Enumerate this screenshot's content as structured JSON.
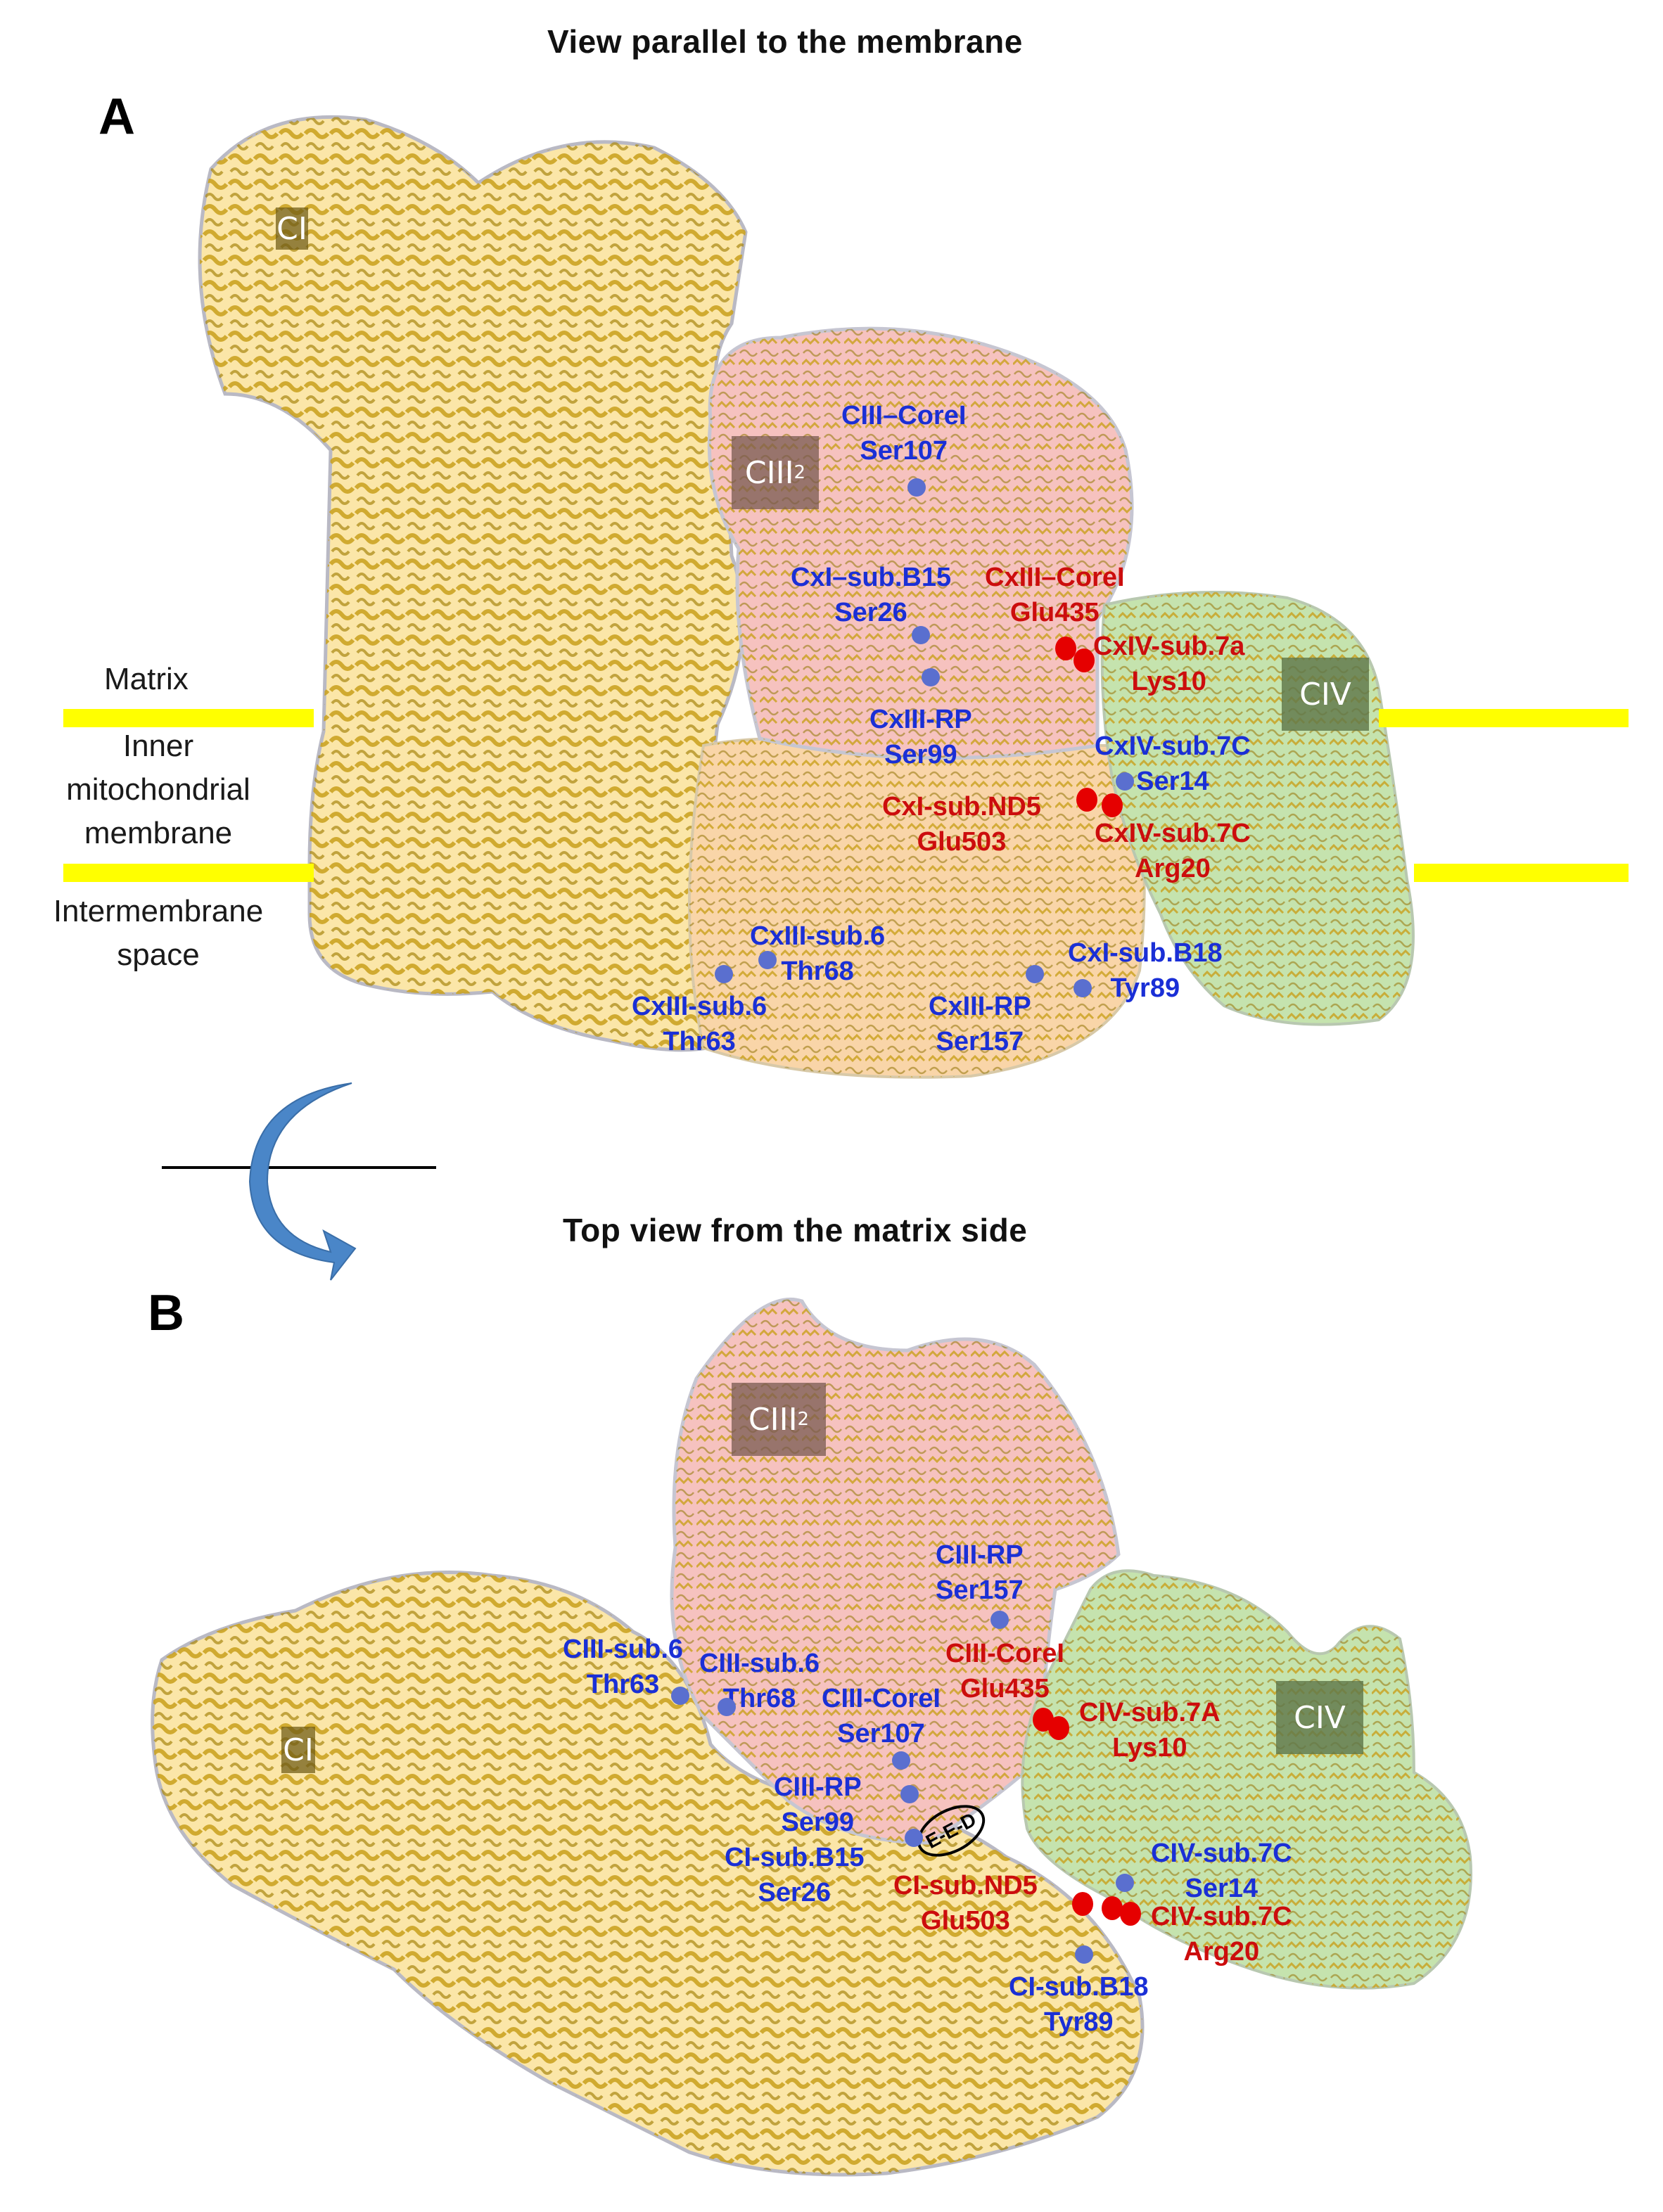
{
  "panel_a": {
    "title": "View parallel to the membrane",
    "letter": "A",
    "side_labels": {
      "matrix": "Matrix",
      "membrane_line1": "Inner",
      "membrane_line2": "mitochondrial",
      "membrane_line3": "membrane",
      "ims_line1": "Intermembrane",
      "ims_line2": "space"
    },
    "complex_tags": {
      "ci": "CI",
      "ciii_base": "CIII",
      "ciii_sub": "2",
      "civ": "CIV"
    },
    "residues": [
      {
        "id": "a1",
        "color": "blue",
        "line1": "CIII–CoreI",
        "line2": "Ser107"
      },
      {
        "id": "a2",
        "color": "blue",
        "line1": "CxI–sub.B15",
        "line2": "Ser26"
      },
      {
        "id": "a3",
        "color": "red",
        "line1": "CxIII–CoreI",
        "line2": "Glu435"
      },
      {
        "id": "a4",
        "color": "red",
        "line1": "CxIV-sub.7a",
        "line2": "Lys10"
      },
      {
        "id": "a5",
        "color": "blue",
        "line1": "CxIII-RP",
        "line2": "Ser99"
      },
      {
        "id": "a6",
        "color": "blue",
        "line1": "CxIV-sub.7C",
        "line2": "Ser14"
      },
      {
        "id": "a7",
        "color": "red",
        "line1": "CxI-sub.ND5",
        "line2": "Glu503"
      },
      {
        "id": "a8",
        "color": "red",
        "line1": "CxIV-sub.7C",
        "line2": "Arg20"
      },
      {
        "id": "a9",
        "color": "blue",
        "line1": "CxIII-sub.6",
        "line2": "Thr68"
      },
      {
        "id": "a10",
        "color": "blue",
        "line1": "CxI-sub.B18",
        "line2": "Tyr89"
      },
      {
        "id": "a11",
        "color": "blue",
        "line1": "CxIII-sub.6",
        "line2": "Thr63"
      },
      {
        "id": "a12",
        "color": "blue",
        "line1": "CxIII-RP",
        "line2": "Ser157"
      }
    ]
  },
  "panel_b": {
    "title": "Top view from the matrix side",
    "letter": "B",
    "complex_tags": {
      "ci": "CI",
      "ciii_base": "CIII",
      "ciii_sub": "2",
      "civ": "CIV"
    },
    "eed_label": "E-E-D",
    "residues": [
      {
        "id": "b1",
        "color": "blue",
        "line1": "CIII-RP",
        "line2": "Ser157"
      },
      {
        "id": "b2",
        "color": "blue",
        "line1": "CIII-sub.6",
        "line2": "Thr63"
      },
      {
        "id": "b3",
        "color": "blue",
        "line1": "CIII-sub.6",
        "line2": "Thr68"
      },
      {
        "id": "b4",
        "color": "red",
        "line1": "CIII-CoreI",
        "line2": "Glu435"
      },
      {
        "id": "b5",
        "color": "blue",
        "line1": "CIII-CoreI",
        "line2": "Ser107"
      },
      {
        "id": "b6",
        "color": "red",
        "line1": "CIV-sub.7A",
        "line2": "Lys10"
      },
      {
        "id": "b7",
        "color": "blue",
        "line1": "CIII-RP",
        "line2": "Ser99"
      },
      {
        "id": "b8",
        "color": "blue",
        "line1": "CI-sub.B15",
        "line2": "Ser26"
      },
      {
        "id": "b9",
        "color": "red",
        "line1": "CI-sub.ND5",
        "line2": "Glu503"
      },
      {
        "id": "b10",
        "color": "blue",
        "line1": "CIV-sub.7C",
        "line2": "Ser14"
      },
      {
        "id": "b11",
        "color": "red",
        "line1": "CIV-sub.7C",
        "line2": "Arg20"
      },
      {
        "id": "b12",
        "color": "blue",
        "line1": "CI-sub.B18",
        "line2": "Tyr89"
      }
    ]
  },
  "rotation_icon": "rotate-arrow-icon",
  "colors": {
    "ci_fill": "#fbe6a8",
    "ciii_fill": "#f6c2bf",
    "civ_fill": "#c5e3ae",
    "ribbon": "#c8a21a",
    "membrane": "#ffff00",
    "residue_blue": "#1a2fd6",
    "residue_red": "#cc0d0d",
    "arrow": "#4a86c8"
  }
}
